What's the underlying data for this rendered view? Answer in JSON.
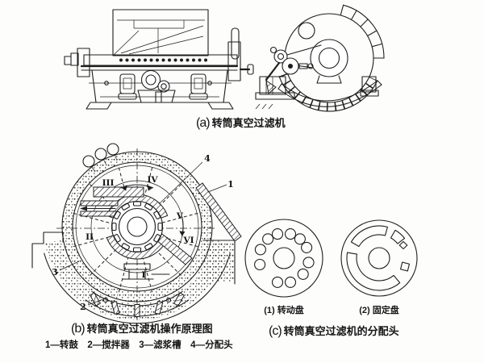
{
  "figure_a": {
    "label": "(a)",
    "caption": "转筒真空过滤机"
  },
  "figure_b": {
    "label": "(b)",
    "caption": "转筒真空过滤机操作原理图",
    "legend": "1—转鼓　2—搅拌器　3—滤浆槽　4—分配头",
    "zones": {
      "I": "I",
      "II": "II",
      "III": "III",
      "IV": "IV",
      "V": "V",
      "VI": "VI"
    },
    "parts": {
      "p1": "1",
      "p2": "2",
      "p3": "3",
      "p4": "4"
    }
  },
  "figure_c": {
    "label": "(c)",
    "caption": "转筒真空过滤机的分配头",
    "disc1_label": "(1) 转动盘",
    "disc2_label": "(2) 固定盘"
  }
}
